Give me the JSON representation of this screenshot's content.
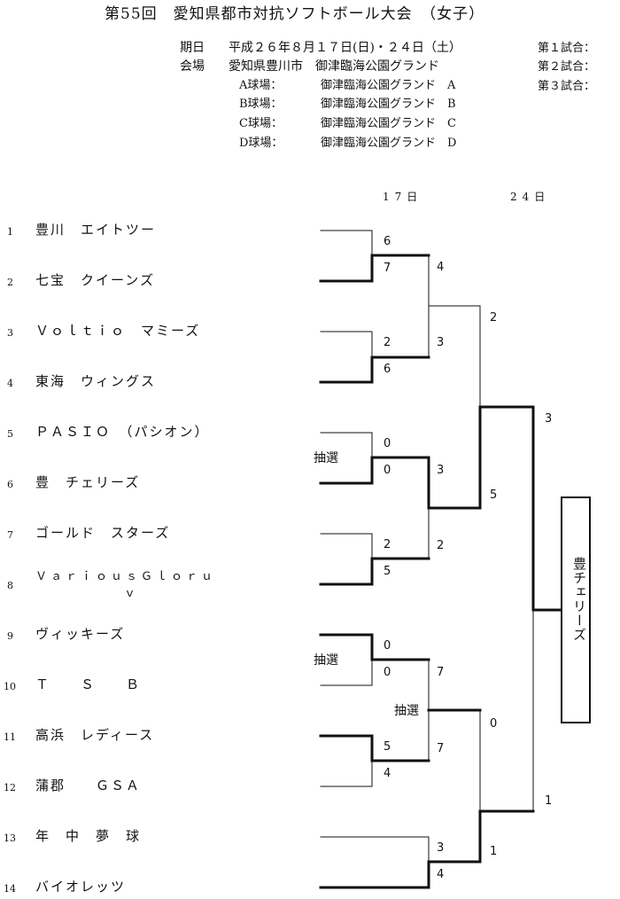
{
  "title": "第55回　愛知県都市対抗ソフトボール大会　（女子）",
  "info": {
    "date_label": "期日",
    "date_value": "平成２６年８月１７日(日)・２４日（土）",
    "venue_label": "会場",
    "venue_value": "愛知県豊川市　御津臨海公園グランド",
    "fields": [
      {
        "label": "A球場：",
        "place": "御津臨海公園グランド　A"
      },
      {
        "label": "B球場：",
        "place": "御津臨海公園グランド　B"
      },
      {
        "label": "C球場：",
        "place": "御津臨海公園グランド　C"
      },
      {
        "label": "D球場：",
        "place": "御津臨海公園グランド　D"
      }
    ],
    "games": [
      "第１試合：",
      "第２試合：",
      "第３試合："
    ]
  },
  "dates": [
    "17日",
    "24日"
  ],
  "teams": [
    {
      "num": "1",
      "name": "豊川　エイトツー"
    },
    {
      "num": "2",
      "name": "七宝　クイーンズ"
    },
    {
      "num": "3",
      "name": "Ｖｏｌｔｉｏ　マミーズ"
    },
    {
      "num": "4",
      "name": "東海　ウィングス"
    },
    {
      "num": "5",
      "name": "ＰＡＳＩＯ　（パシオン）"
    },
    {
      "num": "6",
      "name": "豊　チェリーズ"
    },
    {
      "num": "7",
      "name": "ゴールド　スターズ"
    },
    {
      "num": "8",
      "name": "ＶａｒｉｏｕｓＧｌｏｒｕ",
      "name2": "ｖ"
    },
    {
      "num": "9",
      "name": "ヴィッキーズ"
    },
    {
      "num": "10",
      "name": "Ｔ　　Ｓ　　Ｂ"
    },
    {
      "num": "11",
      "name": "高浜　レディース"
    },
    {
      "num": "12",
      "name": "蒲郡　　ＧＳＡ"
    },
    {
      "num": "13",
      "name": "年　中　夢　球"
    },
    {
      "num": "14",
      "name": "バイオレッツ"
    }
  ],
  "scores": {
    "r1": [
      "6",
      "7",
      "2",
      "6",
      "0",
      "0",
      "2",
      "5",
      "0",
      "0",
      "5",
      "4",
      "3",
      "4"
    ],
    "r2": [
      "4",
      "3",
      "3",
      "2",
      "7",
      "7"
    ],
    "r3": [
      "2",
      "5",
      "0",
      "1"
    ],
    "final": [
      "3",
      "1"
    ]
  },
  "lottery": [
    "抽選",
    "抽選",
    "抽選"
  ],
  "champion": "豊チェリーズ"
}
